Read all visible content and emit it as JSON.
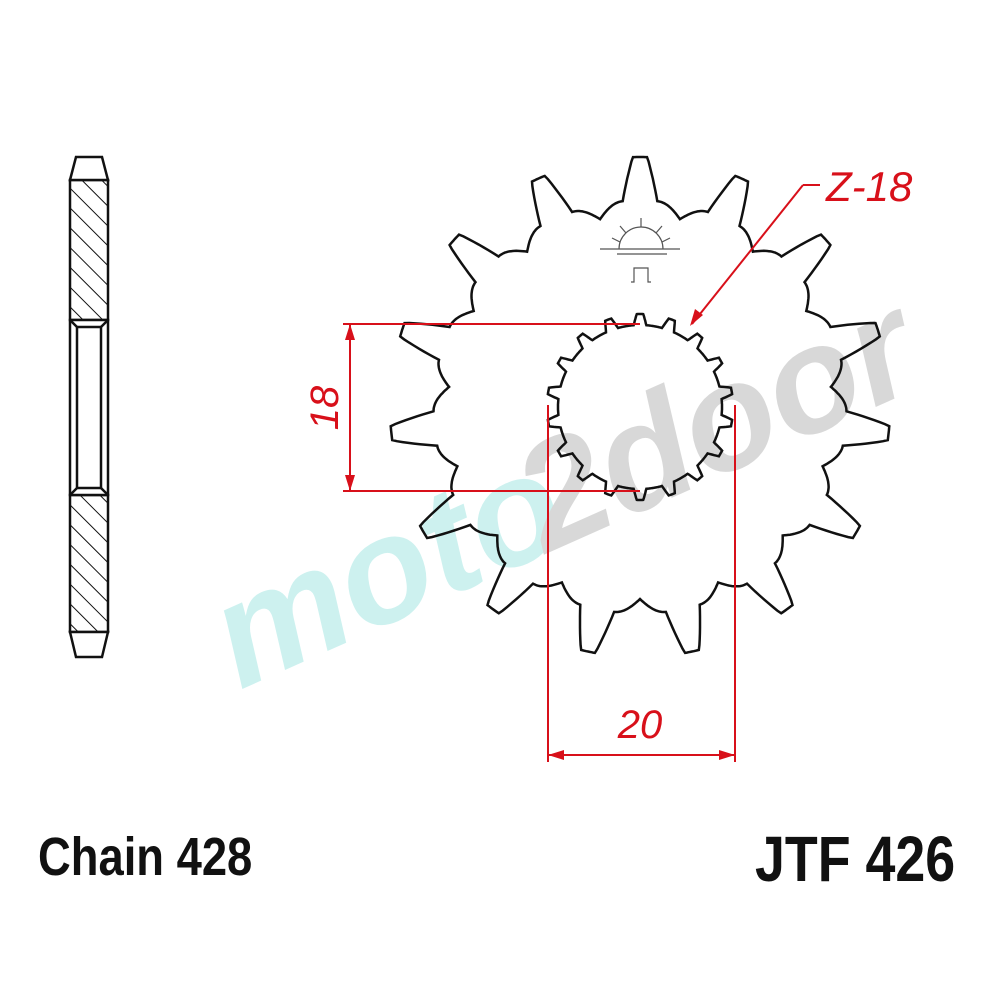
{
  "diagram": {
    "chain_label": "Chain 428",
    "part_number": "JTF 426",
    "teeth_label": "Z-18",
    "dimension_bore": "18",
    "dimension_width": "20",
    "outer_teeth": 15,
    "spline_teeth": 18,
    "watermark": {
      "part1": "moto",
      "part2": "2door"
    },
    "colors": {
      "outline": "#111111",
      "dimension": "#d8101a",
      "watermark_cyan": "#c8f0ee",
      "watermark_gray": "#d4d4d4"
    }
  }
}
